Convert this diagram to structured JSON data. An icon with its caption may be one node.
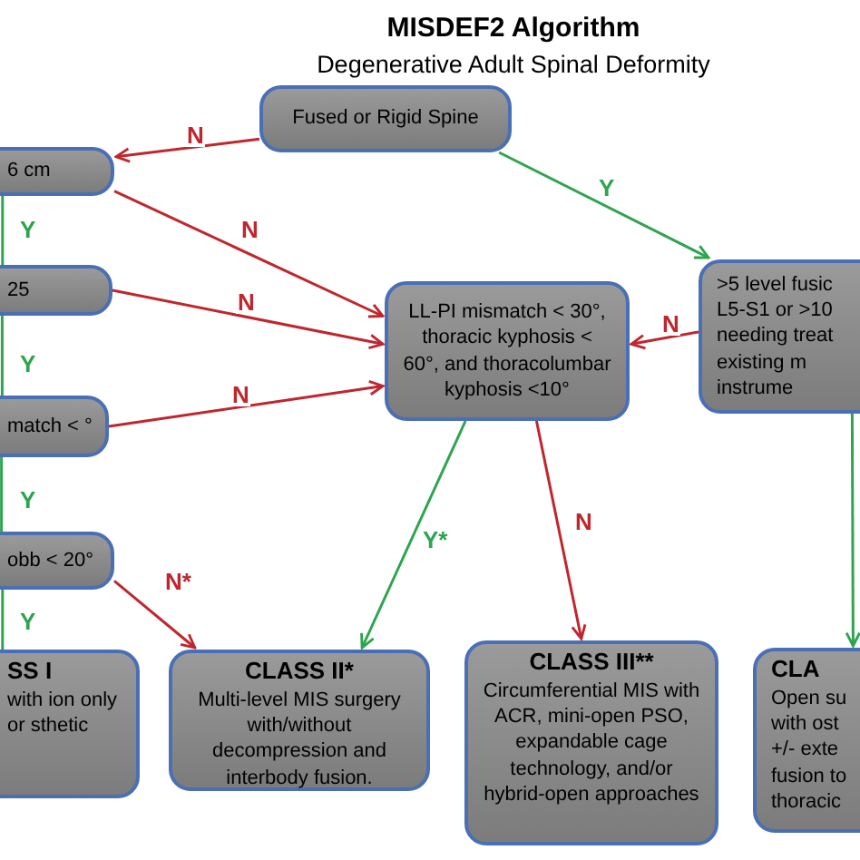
{
  "diagram": {
    "title": "MISDEF2 Algorithm",
    "nodes": [
      {
        "text": [
          "Fused or Rigid Spine"
        ]
      },
      {
        "text": [
          "6 cm"
        ]
      },
      {
        "text": [
          "25"
        ]
      },
      {
        "text": [
          "match < °"
        ]
      },
      {
        "text": [
          "obb < 20°"
        ]
      },
      {
        "text": [
          "LL-PI mismatch < 30°, thoracic kyphosis < 60°, and thoracolumbar kyphosis <10°"
        ]
      },
      {
        "text": [
          ">5 level fusic L5-S1 or >10 needing treat existing m instrume"
        ]
      },
      {
        "text": [
          "SS I",
          "with ion only or sthetic"
        ]
      },
      {
        "text": [
          "CLASS II*",
          "Multi-level MIS surgery with/without decompression and interbody fusion."
        ]
      },
      {
        "text": [
          "CLASS III**",
          "Circumferential MIS with ACR, mini-open PSO, expandable cage technology, and/or hybrid-open approaches"
        ]
      },
      {
        "text": [
          "CLA",
          "Open su with ost +/- exte fusion to thoracic"
        ]
      }
    ],
    "edges": [
      {
        "from": 0,
        "to": 1,
        "arrow": "to",
        "label": "N",
        "color": "#c0262d"
      },
      {
        "from": 0,
        "to": 6,
        "arrow": "to",
        "label": "Y",
        "color": "#2ea44f"
      },
      {
        "from": 1,
        "to": 5,
        "arrow": "to",
        "label": "N",
        "color": "#c0262d"
      },
      {
        "from": 2,
        "to": 5,
        "arrow": "to",
        "label": "N",
        "color": "#c0262d"
      },
      {
        "from": 3,
        "to": 5,
        "arrow": "to",
        "label": "N",
        "color": "#c0262d"
      },
      {
        "from": 6,
        "to": 5,
        "arrow": "to",
        "label": "N",
        "color": "#c0262d"
      },
      {
        "from": 5,
        "to": 8,
        "arrow": "to",
        "label": "Y*",
        "color": "#2ea44f"
      },
      {
        "from": 5,
        "to": 9,
        "arrow": "to",
        "label": "N",
        "color": "#c0262d"
      },
      {
        "from": 4,
        "to": 8,
        "arrow": "to",
        "label": "N*",
        "color": "#c0262d"
      },
      {
        "from": 6,
        "to": 10,
        "arrow": "to",
        "color": "#2ea44f"
      },
      {
        "from": 1,
        "to": 2,
        "arrow": "none",
        "label": "Y",
        "color": "#2ea44f"
      },
      {
        "from": 2,
        "to": 3,
        "arrow": "none",
        "label": "Y",
        "color": "#2ea44f"
      },
      {
        "from": 3,
        "to": 4,
        "arrow": "none",
        "label": "Y",
        "color": "#2ea44f"
      },
      {
        "from": 4,
        "to": 7,
        "arrow": "none",
        "label": "Y",
        "color": "#2ea44f"
      }
    ],
    "labels": [
      "Degenerative Adult Spinal Deformity"
    ]
  }
}
